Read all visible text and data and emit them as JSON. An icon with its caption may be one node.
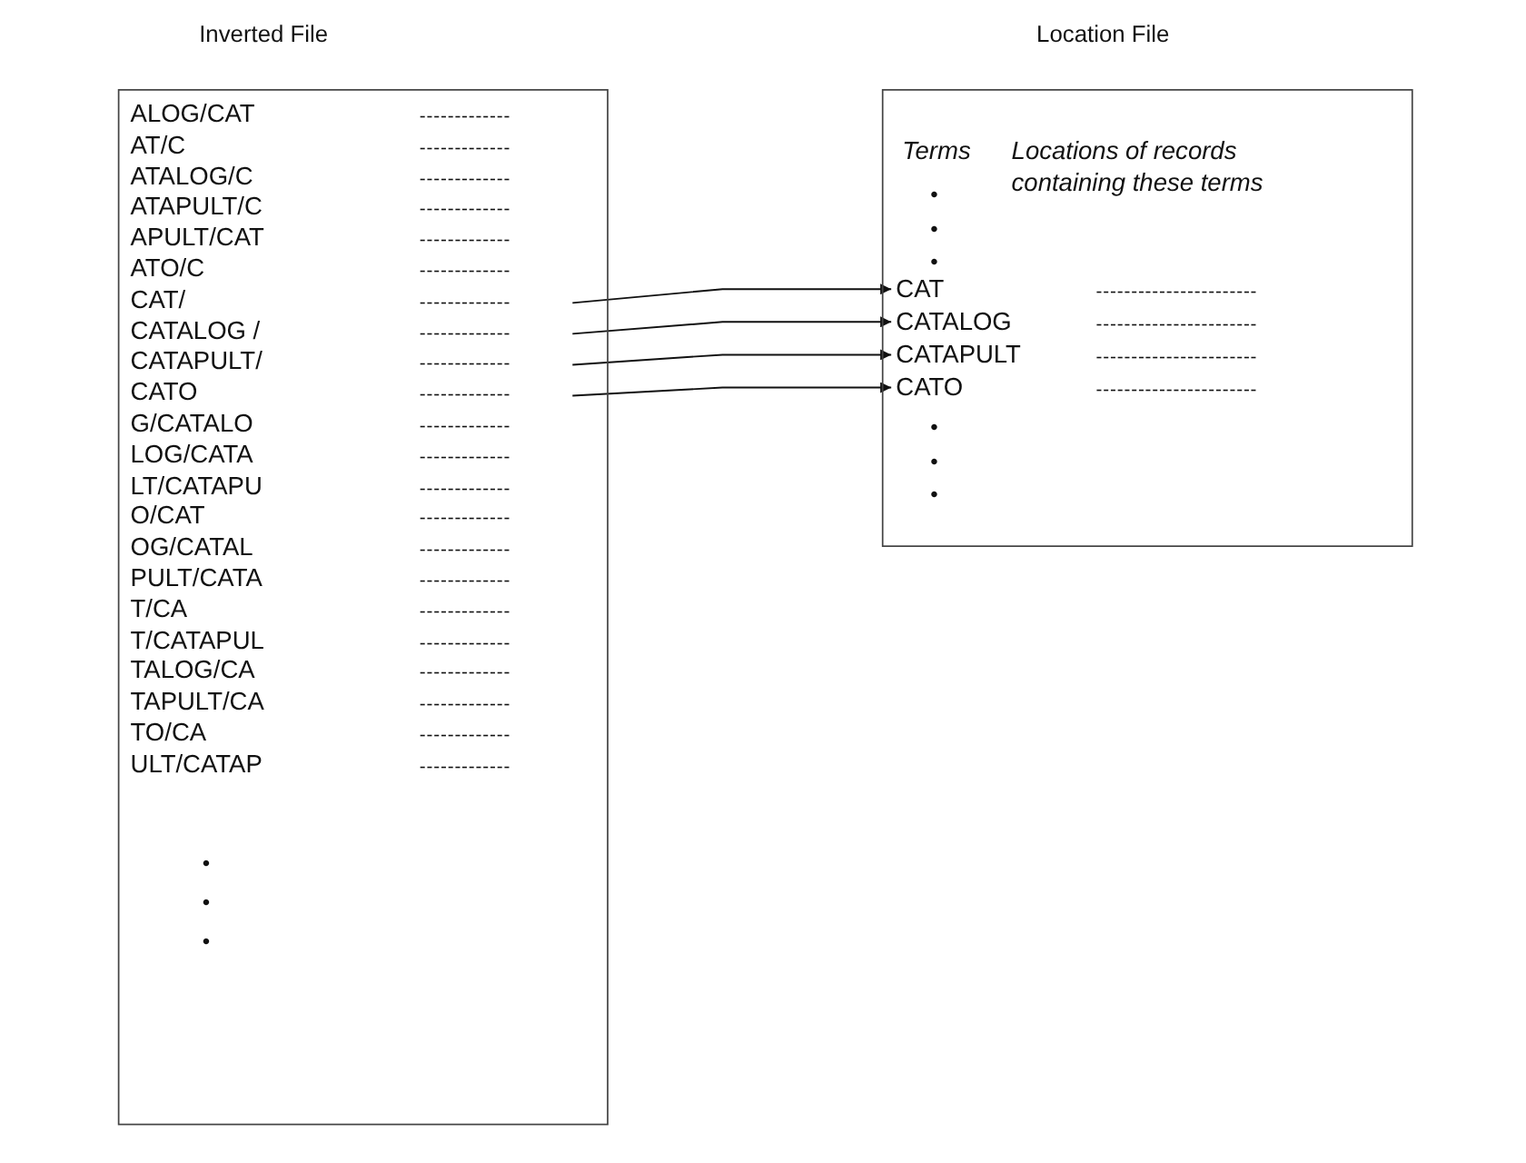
{
  "diagram": {
    "nodes": [
      {
        "text": [
          "Inverted File"
        ]
      },
      {
        "text": [
          "ALOG/CAT",
          "-------------"
        ],
        "in": 0
      },
      {
        "text": [
          "AT/C",
          "-------------"
        ],
        "in": 0
      },
      {
        "text": [
          "ATALOG/C",
          "-------------"
        ],
        "in": 0
      },
      {
        "text": [
          "ATAPULT/C",
          "-------------"
        ],
        "in": 0
      },
      {
        "text": [
          "APULT/CAT",
          "-------------"
        ],
        "in": 0
      },
      {
        "text": [
          "ATO/C",
          "-------------"
        ],
        "in": 0
      },
      {
        "text": [
          "CAT/",
          "-------------"
        ],
        "in": 0
      },
      {
        "text": [
          "CATALOG /",
          "-------------"
        ],
        "in": 0
      },
      {
        "text": [
          "CATAPULT/",
          "-------------"
        ],
        "in": 0
      },
      {
        "text": [
          "CATO",
          "-------------"
        ],
        "in": 0
      },
      {
        "text": [
          "G/CATALO",
          "-------------"
        ],
        "in": 0
      },
      {
        "text": [
          "LOG/CATA",
          "-------------"
        ],
        "in": 0
      },
      {
        "text": [
          "LT/CATAPU",
          "-------------"
        ],
        "in": 0
      },
      {
        "text": [
          "O/CAT",
          "-------------"
        ],
        "in": 0
      },
      {
        "text": [
          "OG/CATAL",
          "-------------"
        ],
        "in": 0
      },
      {
        "text": [
          "PULT/CATA",
          "-------------"
        ],
        "in": 0
      },
      {
        "text": [
          "T/CA",
          "-------------"
        ],
        "in": 0
      },
      {
        "text": [
          "T/CATAPUL",
          "-------------"
        ],
        "in": 0
      },
      {
        "text": [
          "TALOG/CA",
          "-------------"
        ],
        "in": 0
      },
      {
        "text": [
          "TAPULT/CA",
          "-------------"
        ],
        "in": 0
      },
      {
        "text": [
          "TO/CA",
          "-------------"
        ],
        "in": 0
      },
      {
        "text": [
          "ULT/CATAP",
          "-------------"
        ],
        "in": 0
      },
      {
        "text": [
          "Location File",
          "Terms",
          "Locations of records containing these terms"
        ]
      },
      {
        "text": [
          "CAT",
          "-----------------------"
        ],
        "in": 23
      },
      {
        "text": [
          "CATALOG",
          "-----------------------"
        ],
        "in": 23
      },
      {
        "text": [
          "CATAPULT",
          "-----------------------"
        ],
        "in": 23
      },
      {
        "text": [
          "CATO",
          "-----------------------"
        ],
        "in": 23
      }
    ],
    "edges": [
      {
        "from": 7,
        "to": 24,
        "arrow": "to"
      },
      {
        "from": 8,
        "to": 25,
        "arrow": "to"
      },
      {
        "from": 9,
        "to": 26,
        "arrow": "to"
      },
      {
        "from": 10,
        "to": 27,
        "arrow": "to"
      }
    ],
    "labels": [
      "•",
      "•",
      "•",
      "•",
      "•",
      "•",
      "•",
      "•",
      "•"
    ]
  }
}
